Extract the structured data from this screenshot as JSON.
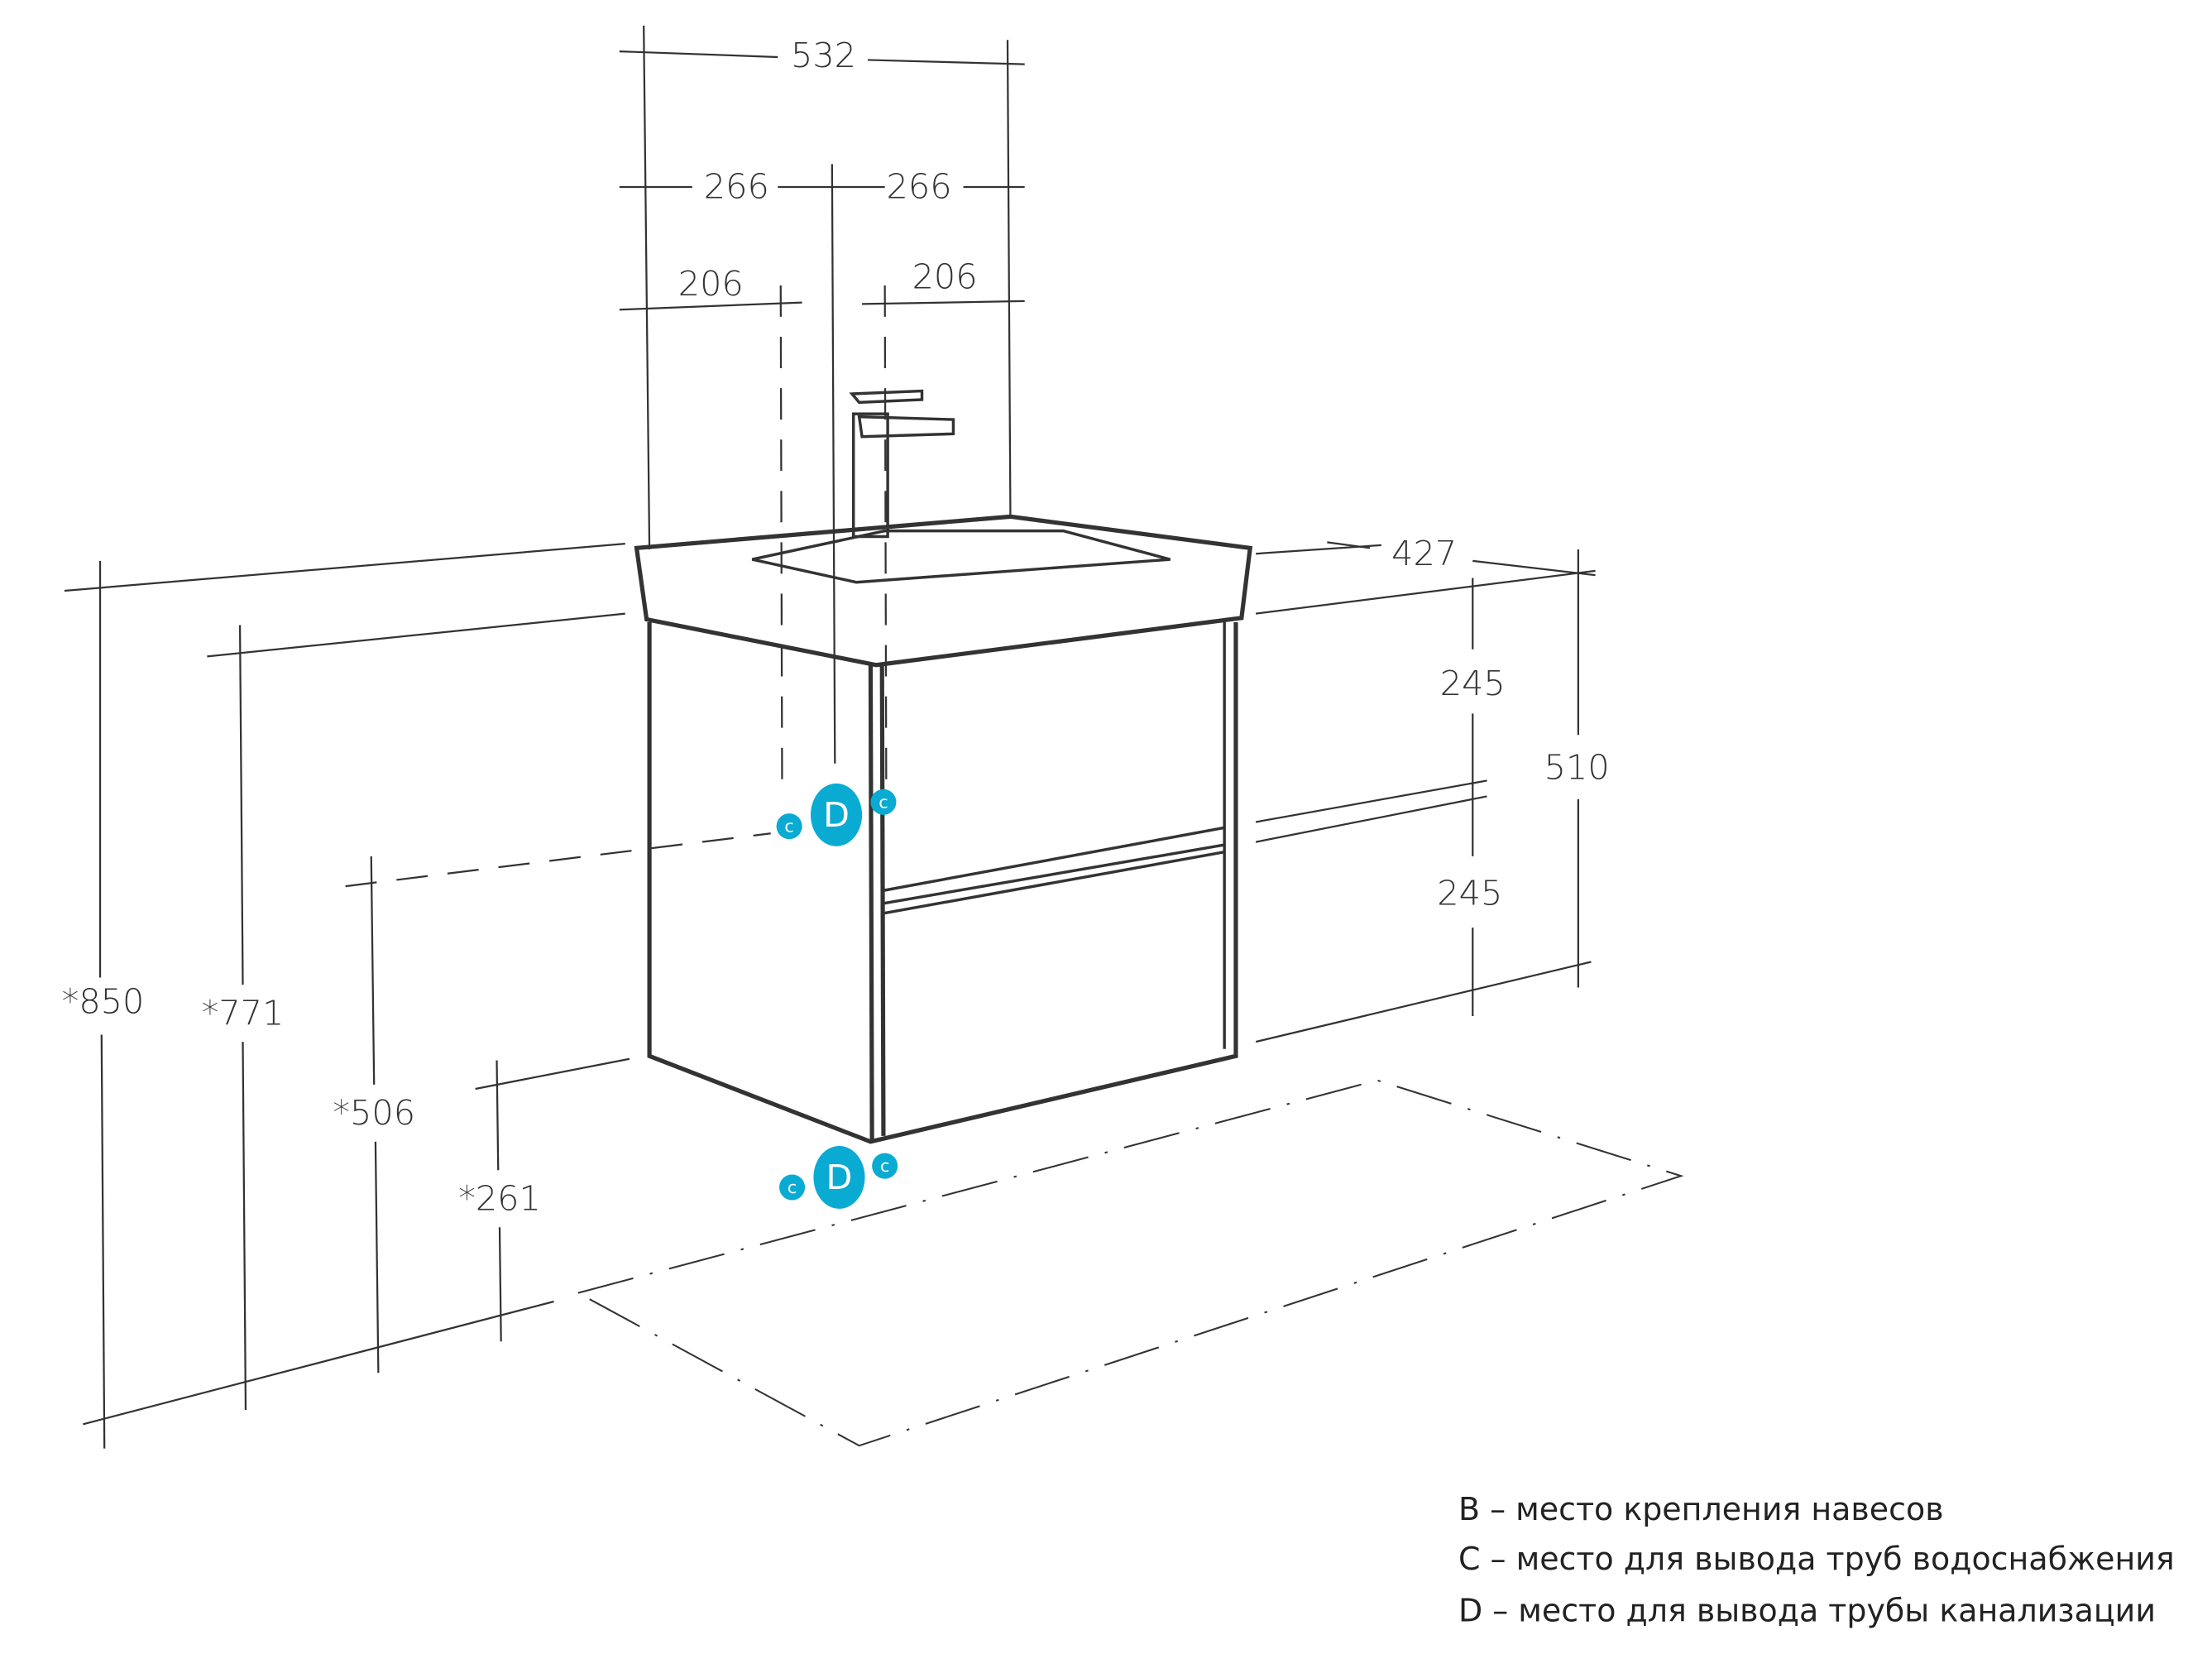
{
  "dimensions": {
    "total_width": "532",
    "half_left": "266",
    "half_right": "266",
    "offset_left": "206",
    "offset_right": "206",
    "depth": "427",
    "drawer_top": "245",
    "drawer_bottom": "245",
    "cabinet_height": "510",
    "height_850": "*850",
    "height_771": "*771",
    "height_506": "*506",
    "height_261": "*261"
  },
  "markers": {
    "c": "c",
    "d": "D"
  },
  "colors": {
    "marker": "#0aabd2",
    "line": "#333333"
  },
  "legend": [
    "B – место крепления навесов",
    "C – место для вывода труб водоснабжения",
    "D – место для вывода трубы канализации"
  ]
}
